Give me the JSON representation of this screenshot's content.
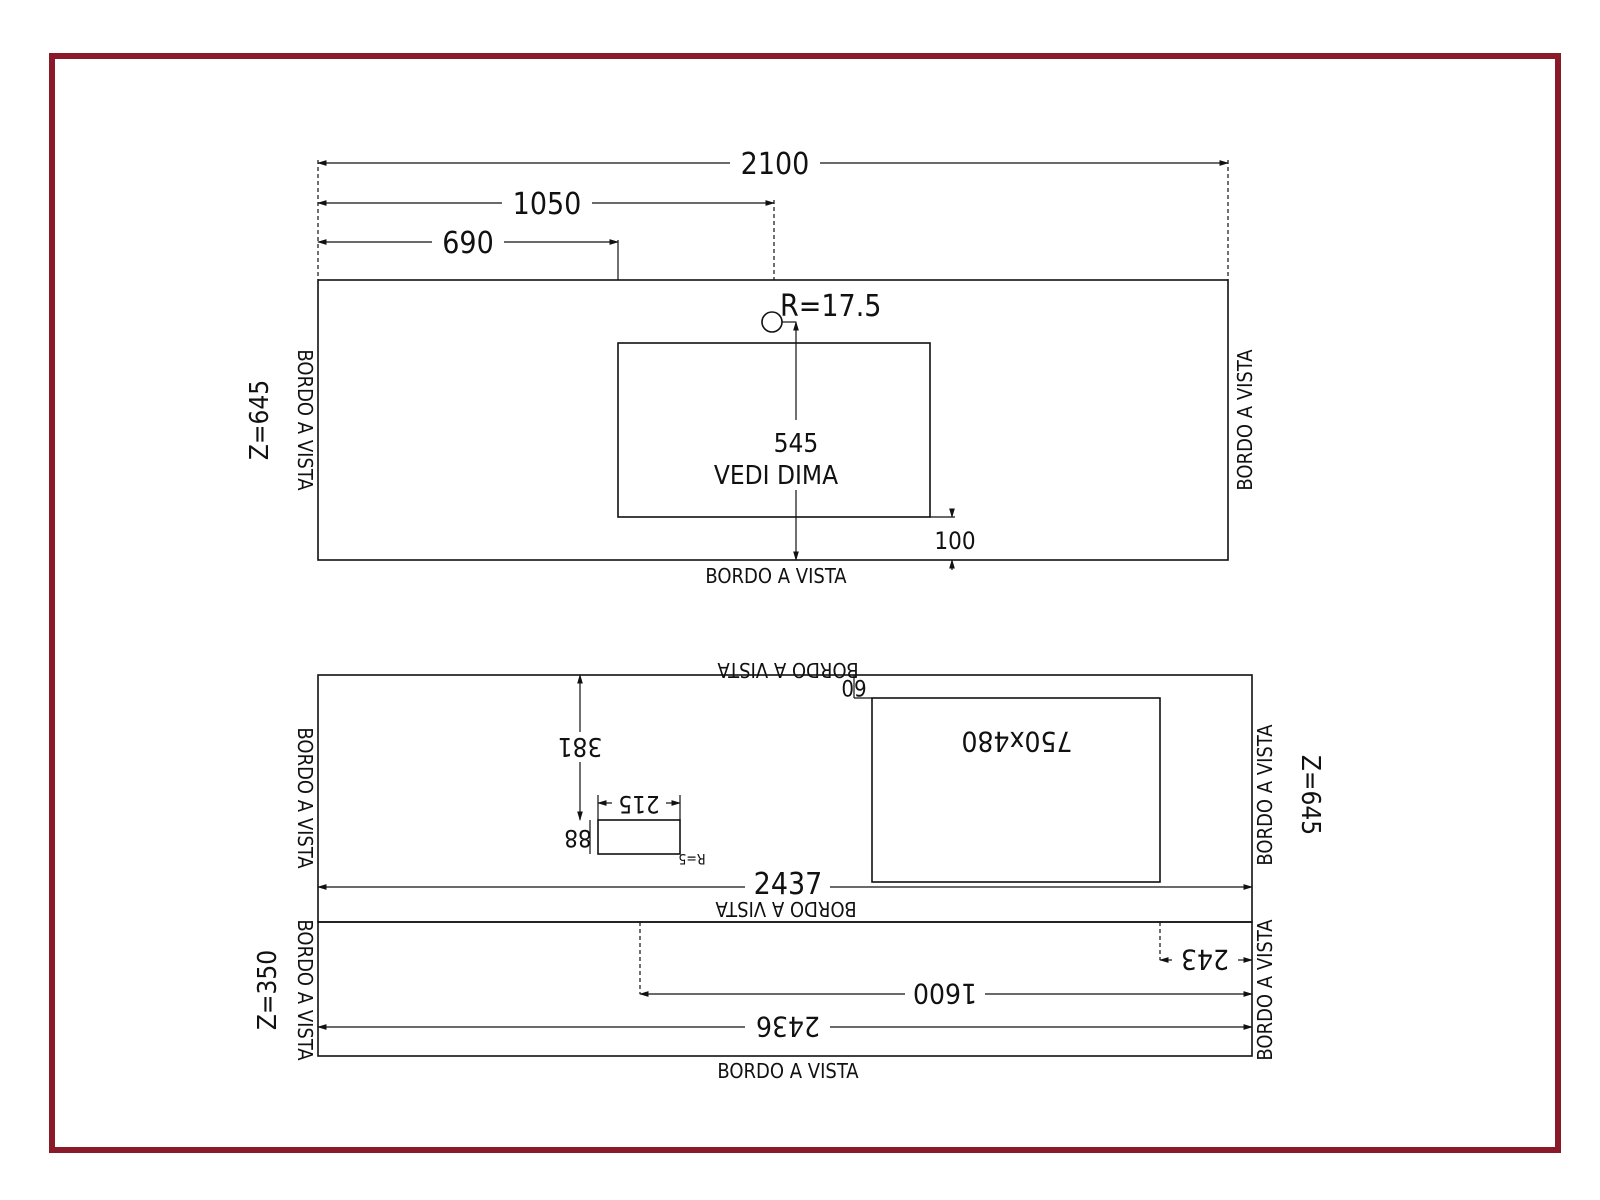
{
  "colors": {
    "frame": "#8a1a2a",
    "ink": "#111111"
  },
  "top_slab": {
    "dim_total": "2100",
    "dim_mid": "1050",
    "dim_left": "690",
    "radius": "R=17.5",
    "depth": "545",
    "template_note": "VEDI DIMA",
    "offset": "100",
    "edge_left": "BORDO A VISTA",
    "edge_right": "BORDO A VISTA",
    "edge_bottom": "BORDO A VISTA",
    "z_label": "Z=645"
  },
  "middle_slab": {
    "edge_top": "BORDO A VISTA",
    "edge_left": "BORDO A VISTA",
    "edge_right": "BORDO A VISTA",
    "edge_bottom": "BORDO A VISTA",
    "dim_60": "60",
    "cutout": "750x480",
    "dim_381": "381",
    "dim_215": "215",
    "dim_88": "88",
    "radius_small": "R=5",
    "dim_total": "2437",
    "z_label": "Z=645"
  },
  "bottom_slab": {
    "dim_243": "243",
    "dim_1600": "1600",
    "dim_total": "2436",
    "edge_left": "BORDO A VISTA",
    "edge_right": "BORDO A VISTA",
    "edge_bottom": "BORDO A VISTA",
    "z_label": "Z=350"
  }
}
